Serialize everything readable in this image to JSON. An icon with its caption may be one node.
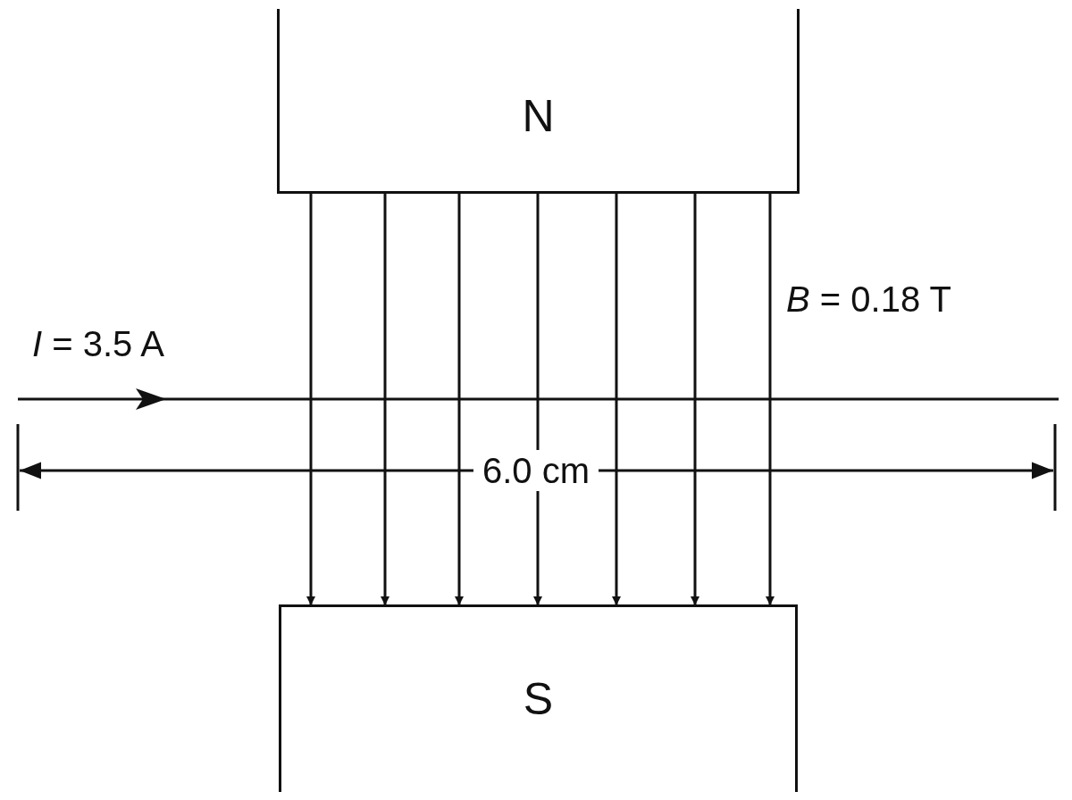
{
  "diagram": {
    "nodes": [
      {
        "text": [
          "N"
        ]
      },
      {
        "text": [
          "S"
        ]
      }
    ],
    "edges": [
      {
        "from": 0,
        "to": 1,
        "arrow": "to"
      },
      {
        "from": 0,
        "to": 1,
        "arrow": "to"
      },
      {
        "from": 0,
        "to": 1,
        "arrow": "to"
      },
      {
        "from": 0,
        "to": 1,
        "arrow": "to"
      },
      {
        "from": 0,
        "to": 1,
        "arrow": "to"
      },
      {
        "from": 0,
        "to": 1,
        "arrow": "to"
      },
      {
        "from": 0,
        "to": 1,
        "arrow": "to"
      }
    ],
    "labels": [
      "*B* = 0.18 T",
      "*I* = 3.5 A",
      "6.0 cm"
    ]
  }
}
